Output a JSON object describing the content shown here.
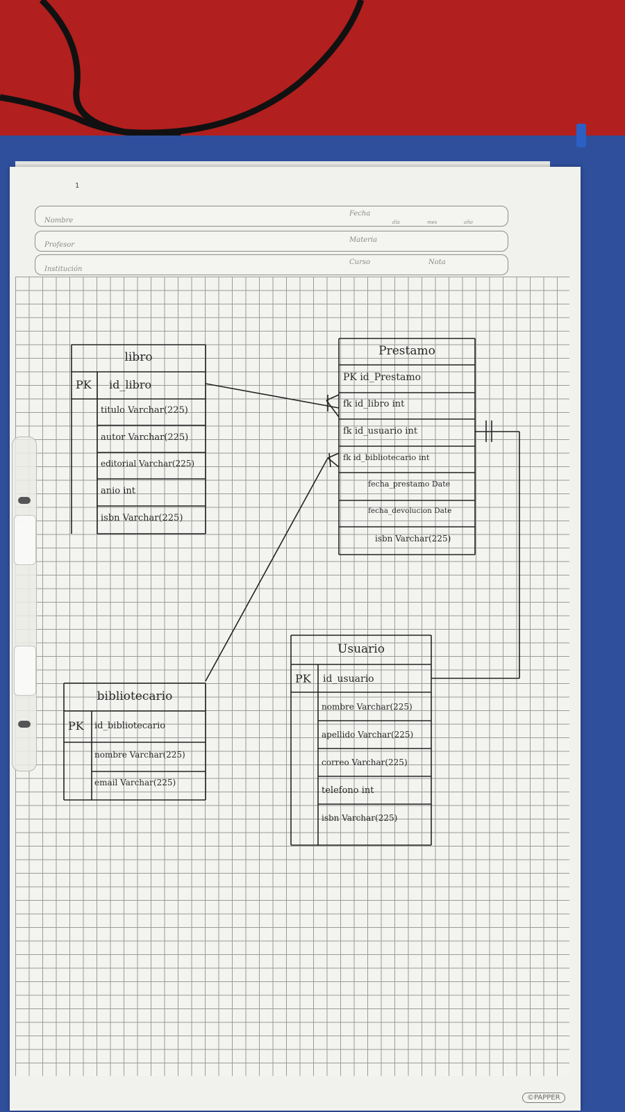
{
  "sheet": {
    "page_number": "1",
    "header": {
      "nombre_label": "Nombre",
      "fecha_label": "Fecha",
      "dia_label": "día",
      "mes_label": "mes",
      "ano_label": "año",
      "profesor_label": "Profesor",
      "materia_label": "Materia",
      "institucion_label": "Institución",
      "curso_label": "Curso",
      "nota_label": "Nota"
    },
    "brand": "©PAPPER"
  },
  "diagram": {
    "tables": [
      {
        "id": "libro",
        "title": "libro",
        "pk": "PK",
        "fields": [
          "id_libro",
          "titulo Varchar(225)",
          "autor Varchar(225)",
          "editorial Varchar(225)",
          "anio int",
          "isbn Varchar(225)"
        ]
      },
      {
        "id": "prestamo",
        "title": "Prestamo",
        "fields": [
          "PK id_Prestamo",
          "fk id_libro int",
          "fk id_usuario int",
          "fk id_bibliotecario int",
          "fecha_prestamo Date",
          "fecha_devolucion Date",
          "isbn Varchar(225)"
        ]
      },
      {
        "id": "bibliotecario",
        "title": "bibliotecario",
        "pk": "PK",
        "fields": [
          "id_bibliotecario",
          "nombre Varchar(225)",
          "email Varchar(225)"
        ]
      },
      {
        "id": "usuario",
        "title": "Usuario",
        "pk": "PK",
        "fields": [
          "id_usuario",
          "nombre Varchar(225)",
          "apellido Varchar(225)",
          "correo Varchar(225)",
          "telefono int",
          "isbn Varchar(225)"
        ]
      }
    ],
    "relationships": [
      {
        "from": "libro",
        "to": "prestamo",
        "to_field": "fk id_libro int",
        "notation": "crow-foot"
      },
      {
        "from": "bibliotecario",
        "to": "prestamo",
        "to_field": "fk id_bibliotecario int",
        "notation": "crow-foot"
      },
      {
        "from": "usuario",
        "to": "prestamo",
        "to_field": "fk id_usuario int",
        "notation": "one"
      }
    ]
  }
}
